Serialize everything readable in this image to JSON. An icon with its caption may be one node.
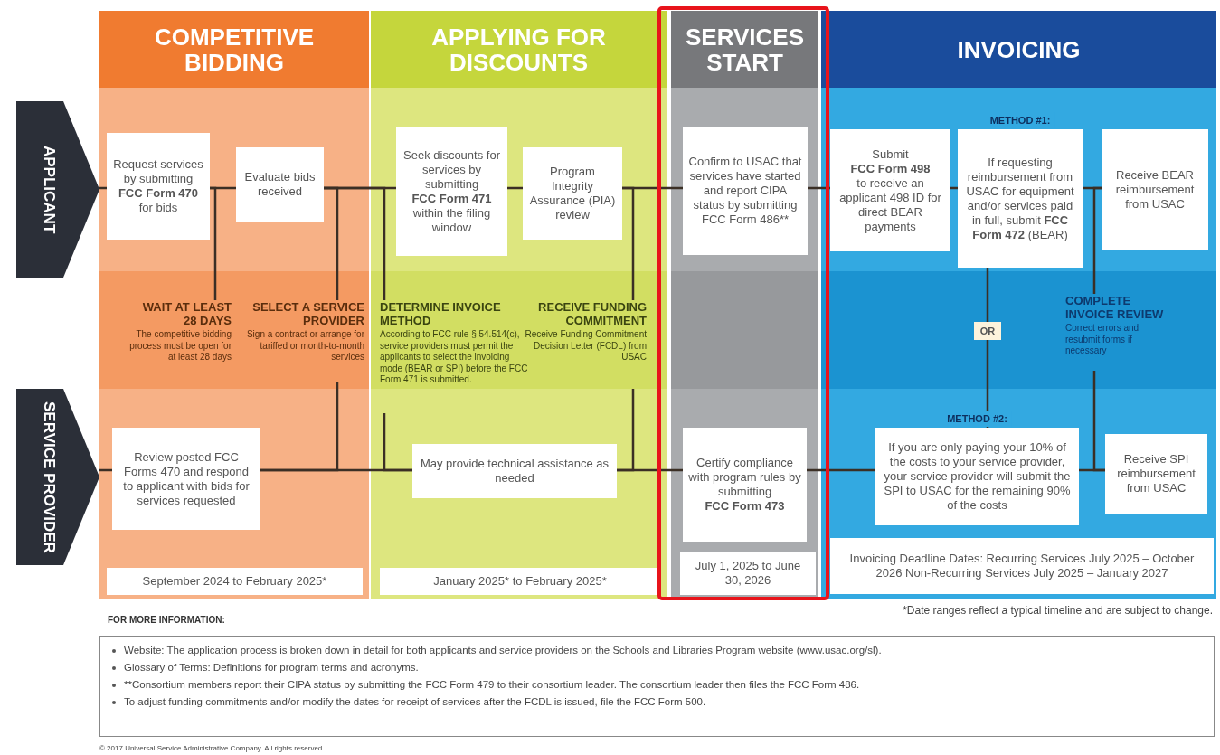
{
  "diagram": {
    "nodes": [
      {
        "text": [
          "COMPETITIVE BIDDING"
        ]
      },
      {
        "text": [
          "APPLYING FOR DISCOUNTS"
        ]
      },
      {
        "text": [
          "SERVICES START"
        ]
      },
      {
        "text": [
          "INVOICING"
        ]
      },
      {
        "text": [
          "APPLICANT"
        ]
      },
      {
        "text": [
          "SERVICE PROVIDER"
        ]
      },
      {
        "text": [
          "Request services by submitting **FCC Form 470** for bids"
        ],
        "in": 0
      },
      {
        "text": [
          "Evaluate bids received"
        ],
        "in": 0
      },
      {
        "text": [
          "WAIT AT LEAST 28 DAYS",
          "The competitive bidding process must be open for at least 28 days"
        ],
        "in": 0
      },
      {
        "text": [
          "SELECT A SERVICE PROVIDER",
          "Sign a contract or arrange for tariffed or month-to-month services"
        ],
        "in": 0
      },
      {
        "text": [
          "Review posted FCC Forms 470 and respond to applicant with bids for services requested"
        ],
        "in": 0
      },
      {
        "text": [
          "September 2024 to February 2025*"
        ],
        "in": 0
      },
      {
        "text": [
          "Seek discounts for services by submitting **FCC Form 471** within the filing window"
        ],
        "in": 1
      },
      {
        "text": [
          "Program Integrity Assurance (PIA) review"
        ],
        "in": 1
      },
      {
        "text": [
          "DETERMINE INVOICE METHOD",
          "According to FCC rule § 54.514(c), service providers must permit the applicants to select the invoicing mode (BEAR or SPI) before the FCC Form 471 is submitted."
        ],
        "in": 1
      },
      {
        "text": [
          "RECEIVE FUNDING COMMITMENT",
          "Receive Funding Commitment Decision Letter (FCDL) from USAC"
        ],
        "in": 1
      },
      {
        "text": [
          "May provide technical assistance as needed"
        ],
        "in": 1
      },
      {
        "text": [
          "January 2025* to February 2025*"
        ],
        "in": 1
      },
      {
        "text": [
          "Confirm to USAC that services have started and report CIPA status by submitting FCC Form 486**"
        ],
        "in": 2
      },
      {
        "text": [
          "Certify compliance with program rules by submitting **FCC Form 473**"
        ],
        "in": 2
      },
      {
        "text": [
          "July 1, 2025 to June 30, 2026"
        ],
        "in": 2
      },
      {
        "text": [
          "Submit **FCC Form 498** to receive an applicant 498 ID for direct BEAR payments"
        ],
        "in": 3
      },
      {
        "text": [
          "METHOD #1:",
          "If requesting reimbursement from USAC for equipment and/or services paid in full, submit **FCC Form 472** (BEAR)"
        ],
        "in": 3
      },
      {
        "text": [
          "Receive BEAR reimbursement from USAC"
        ],
        "in": 3
      },
      {
        "text": [
          "OR"
        ],
        "in": 3
      },
      {
        "text": [
          "COMPLETE INVOICE REVIEW",
          "Correct errors and resubmit forms if necessary"
        ],
        "in": 3
      },
      {
        "text": [
          "METHOD #2:",
          "If you are only paying your 10% of the costs to your service provider, your service provider will submit the SPI to USAC for the remaining 90% of the costs"
        ],
        "in": 3
      },
      {
        "text": [
          "Receive SPI reimbursement from USAC"
        ],
        "in": 3
      },
      {
        "text": [
          "Invoicing Deadline Dates: Recurring Services July 2025 – October 2026 Non-Recurring Services July 2025 – January 2027"
        ],
        "in": 3
      },
      {
        "text": [
          "FOR MORE INFORMATION:",
          "Website: The application process is broken down in detail for both applicants and service providers on the Schools and Libraries Program website (www.usac.org/sl).",
          "Glossary of Terms: Definitions for program terms and acronyms.",
          "**Consortium members report their CIPA status by submitting the FCC Form 479 to their consortium leader. The consortium leader then files the FCC Form 486.",
          "To adjust funding commitments and/or modify the dates for receipt of services after the FCDL is issued, file the FCC Form 500."
        ]
      }
    ],
    "edges": [
      {
        "from": 4,
        "to": 6,
        "arrow": "none"
      },
      {
        "from": 6,
        "to": 7,
        "arrow": "none"
      },
      {
        "from": 7,
        "to": 12,
        "arrow": "none"
      },
      {
        "from": 12,
        "to": 13,
        "arrow": "none"
      },
      {
        "from": 13,
        "to": 18,
        "arrow": "none"
      },
      {
        "from": 18,
        "to": 21,
        "arrow": "none"
      },
      {
        "from": 21,
        "to": 22,
        "arrow": "none"
      },
      {
        "from": 22,
        "to": 23,
        "arrow": "none"
      },
      {
        "from": 6,
        "to": 8,
        "arrow": "none"
      },
      {
        "from": 7,
        "to": 9,
        "arrow": "none"
      },
      {
        "from": 9,
        "to": 10,
        "arrow": "none"
      },
      {
        "from": 7,
        "to": 14,
        "arrow": "none"
      },
      {
        "from": 14,
        "to": 16,
        "arrow": "none"
      },
      {
        "from": 13,
        "to": 15,
        "arrow": "none"
      },
      {
        "from": 15,
        "to": 16,
        "arrow": "none"
      },
      {
        "from": 22,
        "to": 24,
        "arrow": "none"
      },
      {
        "from": 24,
        "to": 26,
        "arrow": "none"
      },
      {
        "from": 23,
        "to": 25,
        "arrow": "none"
      },
      {
        "from": 25,
        "to": 27,
        "arrow": "none"
      },
      {
        "from": 5,
        "to": 10,
        "arrow": "none"
      },
      {
        "from": 10,
        "to": 16,
        "arrow": "none"
      },
      {
        "from": 16,
        "to": 19,
        "arrow": "none"
      },
      {
        "from": 19,
        "to": 26,
        "arrow": "none"
      },
      {
        "from": 26,
        "to": 27,
        "arrow": "none"
      }
    ],
    "labels": [
      "*Date ranges reflect a typical timeline and are subject to change.",
      "© 2017 Universal Service Administrative Company. All rights reserved."
    ]
  }
}
